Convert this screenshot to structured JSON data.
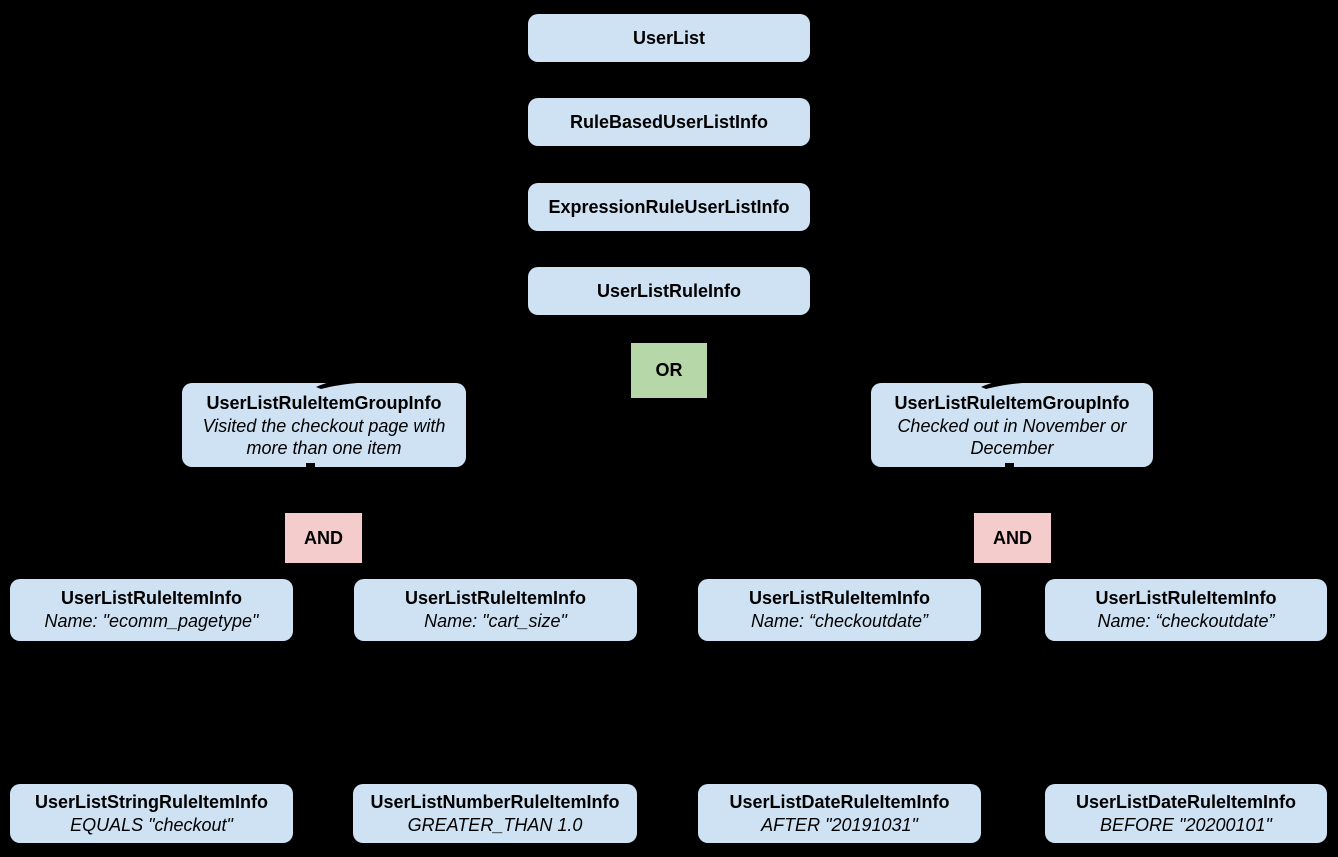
{
  "colors": {
    "background": "#000000",
    "node_fill": "#cfe2f3",
    "or_fill": "#b6d7a8",
    "and_fill": "#f4cccc",
    "text": "#000000"
  },
  "chain": [
    {
      "title": "UserList"
    },
    {
      "title": "RuleBasedUserListInfo"
    },
    {
      "title": "ExpressionRuleUserListInfo"
    },
    {
      "title": "UserListRuleInfo"
    }
  ],
  "operators": {
    "or": "OR",
    "and_left": "AND",
    "and_right": "AND"
  },
  "groups": [
    {
      "title": "UserListRuleItemGroupInfo",
      "description": "Visited the checkout page with more than one item"
    },
    {
      "title": "UserListRuleItemGroupInfo",
      "description": "Checked out in November or December"
    }
  ],
  "rule_items": [
    {
      "title": "UserListRuleItemInfo",
      "subtitle": "Name: \"ecomm_pagetype\""
    },
    {
      "title": "UserListRuleItemInfo",
      "subtitle": "Name: \"cart_size\""
    },
    {
      "title": "UserListRuleItemInfo",
      "subtitle": "Name: “checkoutdate”"
    },
    {
      "title": "UserListRuleItemInfo",
      "subtitle": "Name: “checkoutdate”"
    }
  ],
  "leaf_items": [
    {
      "title": "UserListStringRuleItemInfo",
      "subtitle": "EQUALS \"checkout\""
    },
    {
      "title": "UserListNumberRuleItemInfo",
      "subtitle": "GREATER_THAN 1.0"
    },
    {
      "title": "UserListDateRuleItemInfo",
      "subtitle": "AFTER \"20191031\""
    },
    {
      "title": "UserListDateRuleItemInfo",
      "subtitle": "BEFORE \"20200101\""
    }
  ]
}
